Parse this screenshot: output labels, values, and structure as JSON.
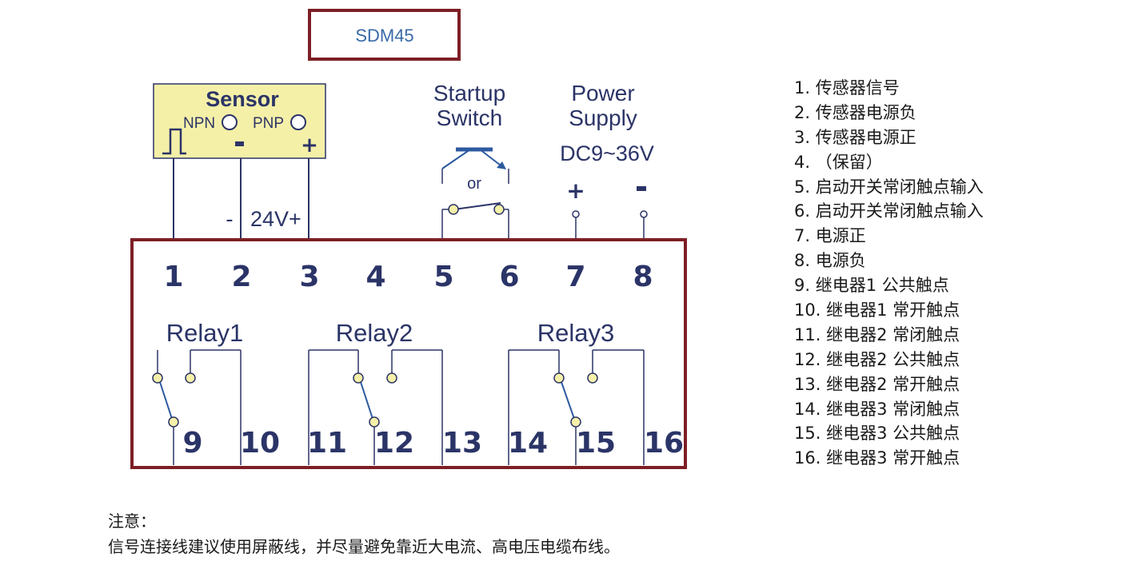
{
  "model_box": {
    "label": "SDM45"
  },
  "sensor": {
    "title": "Sensor",
    "npn_label": "NPN",
    "pnp_label": "PNP",
    "minus_sign": "-",
    "plus_sign": "+"
  },
  "supply_wiring": {
    "minus": "-",
    "voltage": "24V+"
  },
  "startup_switch": {
    "line1": "Startup",
    "line2": "Switch",
    "or_label": "or"
  },
  "power_supply": {
    "line1": "Power",
    "line2": "Supply",
    "voltage": "DC9~36V",
    "plus": "+",
    "minus": "-"
  },
  "terminals_top": [
    "1",
    "2",
    "3",
    "4",
    "5",
    "6",
    "7",
    "8"
  ],
  "relays": [
    "Relay1",
    "Relay2",
    "Relay3"
  ],
  "terminals_bottom": [
    "9",
    "10",
    "11",
    "12",
    "13",
    "14",
    "15",
    "16"
  ],
  "legend": [
    "1. 传感器信号",
    "2. 传感器电源负",
    "3. 传感器电源正",
    "4. （保留）",
    "5. 启动开关常闭触点输入",
    "6. 启动开关常闭触点输入",
    "7. 电源正",
    "8. 电源负",
    "9. 继电器1 公共触点",
    "10. 继电器1 常开触点",
    "11. 继电器2 常闭触点",
    "12. 继电器2 公共触点",
    "13. 继电器2 常开触点",
    "14. 继电器3 常闭触点",
    "15. 继电器3 公共触点",
    "16. 继电器3 常开触点"
  ],
  "note": {
    "title": "注意：",
    "text": "信号连接线建议使用屏蔽线，并尽量避免靠近大电流、高电压电缆布线。"
  },
  "colors": {
    "border": "#7d1f25",
    "navy": "#2b3467",
    "sensor_fill": "#f5f0a8",
    "switch_blue": "#2c5aa0",
    "model_text": "#3a6aa8"
  }
}
